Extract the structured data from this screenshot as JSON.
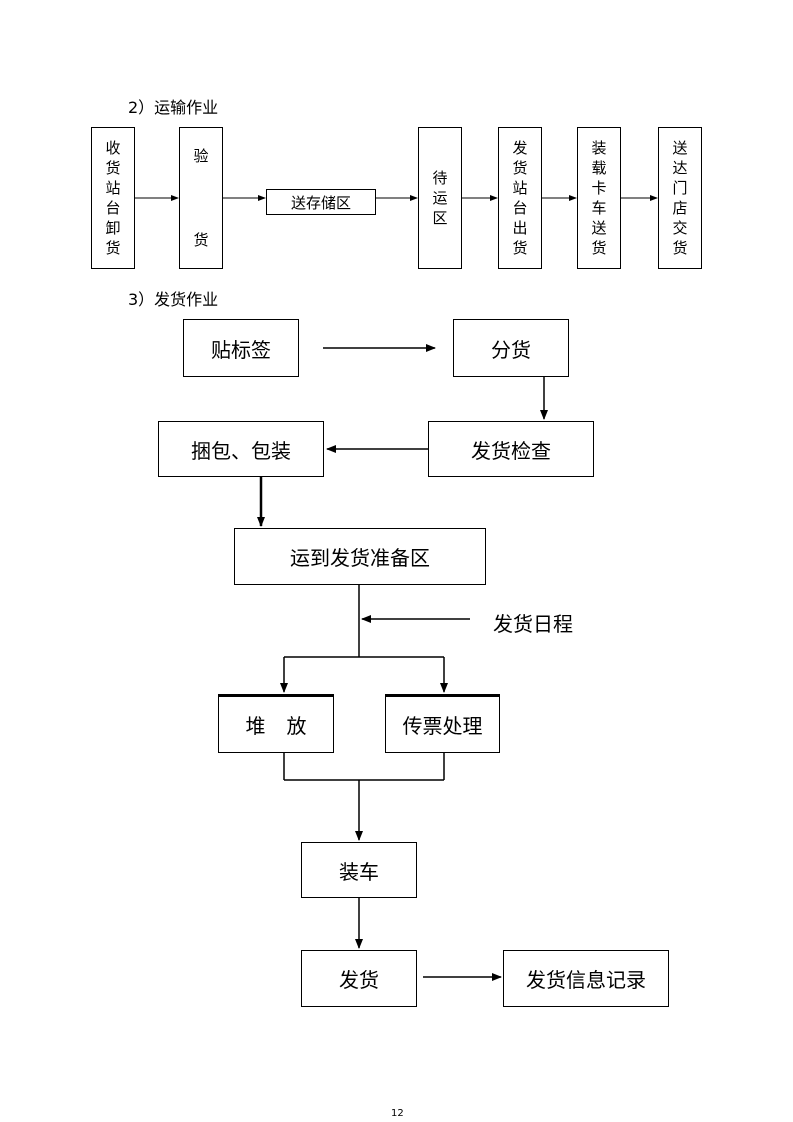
{
  "section2": {
    "heading": "2）运输作业",
    "boxes": {
      "receive": "收货站台卸货",
      "inspect_top": "验",
      "inspect_bottom": "货",
      "storage": "送存储区",
      "waiting": "待运区",
      "dispatch_station": "发货站台出货",
      "load_truck": "装载卡车送货",
      "deliver": "送达门店交货"
    }
  },
  "section3": {
    "heading": "3）发货作业",
    "boxes": {
      "label": "贴标签",
      "sort": "分货",
      "pack": "捆包、包装",
      "check": "发货检查",
      "prep_area": "运到发货准备区",
      "schedule": "发货日程",
      "stack_left": "堆",
      "stack_right": "放",
      "ticket": "传票处理",
      "load": "装车",
      "ship": "发货",
      "record": "发货信息记录"
    }
  },
  "page_number": "12"
}
